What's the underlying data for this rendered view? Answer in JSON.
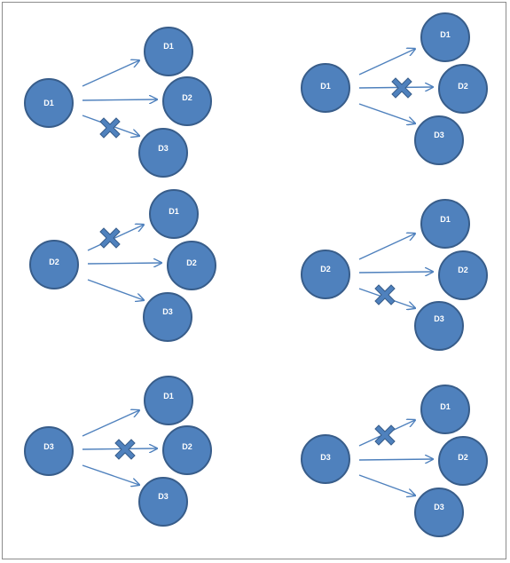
{
  "colors": {
    "node_fill": "#4f81bd",
    "node_stroke": "#385d8a",
    "arrow": "#4f81bd",
    "cross_fill": "#4f81bd",
    "cross_stroke": "#385d8a",
    "frame": "#8c8c8c"
  },
  "icons": {
    "blocked_marker": "cross-icon"
  },
  "panels": [
    {
      "source": "D1",
      "targets": [
        "D1",
        "D2",
        "D3"
      ],
      "blocked": "D3"
    },
    {
      "source": "D1",
      "targets": [
        "D1",
        "D2",
        "D3"
      ],
      "blocked": "D2"
    },
    {
      "source": "D2",
      "targets": [
        "D1",
        "D2",
        "D3"
      ],
      "blocked": "D1"
    },
    {
      "source": "D2",
      "targets": [
        "D1",
        "D2",
        "D3"
      ],
      "blocked": "D3"
    },
    {
      "source": "D3",
      "targets": [
        "D1",
        "D2",
        "D3"
      ],
      "blocked": "D2"
    },
    {
      "source": "D3",
      "targets": [
        "D1",
        "D2",
        "D3"
      ],
      "blocked": "D1"
    }
  ]
}
